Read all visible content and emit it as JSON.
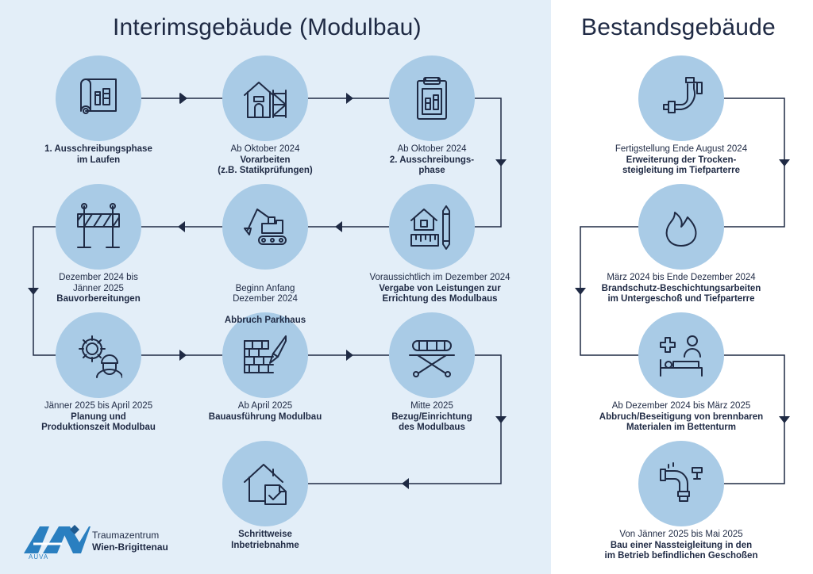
{
  "titles": {
    "left": "Interimsgebäude (Modulbau)",
    "right": "Bestandsgebäude"
  },
  "steps": [
    {
      "id": "s1",
      "date": "",
      "desc": "1. Ausschreibungsphase\nim Laufen",
      "icon": "blueprint-icon"
    },
    {
      "id": "s2",
      "date": "Ab Oktober 2024",
      "desc": "Vorarbeiten\n(z.B. Statikprüfungen)",
      "icon": "house-scaffold-icon"
    },
    {
      "id": "s3",
      "date": "Ab Oktober 2024",
      "desc": "2. Ausschreibungs-\nphase",
      "icon": "clipboard-icon"
    },
    {
      "id": "s4",
      "date": "Voraussichtlich im Dezember 2024",
      "desc": "Vergabe von Leistungen zur\nErrichtung des Modulbaus",
      "icon": "house-ruler-pencil-icon"
    },
    {
      "id": "s5",
      "date": "Beginn Anfang\nDezember 2024",
      "desc": "Abbruch Parkhaus",
      "icon": "excavator-icon"
    },
    {
      "id": "s6",
      "date": "Dezember 2024 bis\nJänner 2025",
      "desc": "Bauvorbereitungen",
      "icon": "barrier-icon"
    },
    {
      "id": "s7",
      "date": "Jänner 2025 bis April 2025",
      "desc": "Planung und\nProduktionszeit Modulbau",
      "icon": "gear-worker-icon"
    },
    {
      "id": "s8",
      "date": "Ab April 2025",
      "desc": "Bauausführung Modulbau",
      "icon": "brick-wall-icon"
    },
    {
      "id": "s9",
      "date": "Mitte 2025",
      "desc": "Bezug/Einrichtung\ndes Modulbaus",
      "icon": "stretcher-icon"
    },
    {
      "id": "s10",
      "date": "",
      "desc": "Schrittweise\nInbetriebnahme",
      "icon": "house-document-icon"
    }
  ],
  "right_steps": [
    {
      "id": "r1",
      "date": "Fertigstellung Ende August 2024",
      "desc": "Erweiterung der Trocken-\nsteigleitung im Tiefparterre",
      "icon": "pipe-icon"
    },
    {
      "id": "r2",
      "date": "März 2024 bis Ende Dezember 2024",
      "desc": "Brandschutz-Beschichtungsarbeiten\nim Untergeschoß und Tiefparterre",
      "icon": "flame-icon"
    },
    {
      "id": "r3",
      "date": "Ab Dezember 2024 bis März 2025",
      "desc": "Abbruch/Beseitigung von brennbaren\nMaterialen im Bettenturm",
      "icon": "patient-bed-icon"
    },
    {
      "id": "r4",
      "date": "Von Jänner 2025 bis Mai 2025",
      "desc": "Bau einer Nassteigleitung in den\nim Betrieb befindlichen Geschoßen",
      "icon": "water-pipe-icon"
    }
  ],
  "logo": {
    "line1": "Traumazentrum",
    "line2": "Wien-Brigittenau",
    "brand": "AUVA"
  },
  "colors": {
    "left_bg": "#e3eef8",
    "circle": "#a9cbe6",
    "line": "#1f2a44",
    "logo_blue": "#2a7fc0"
  }
}
